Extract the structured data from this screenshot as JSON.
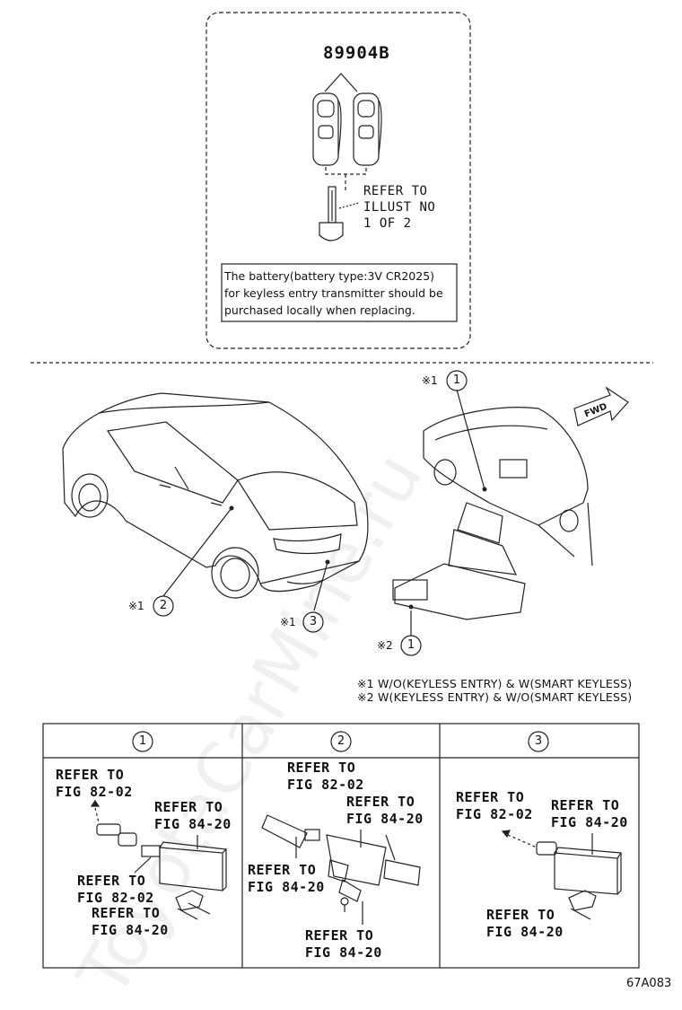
{
  "transmitter_box": {
    "part_number": "89904B",
    "refer_lines": [
      "REFER TO",
      "ILLUST NO",
      "1 OF 2"
    ],
    "note_lines": [
      "The battery(battery type:3V CR2025)",
      "for keyless entry transmitter should be",
      "purchased locally when replacing."
    ]
  },
  "vehicle": {
    "callouts": [
      {
        "mark": "※1",
        "num": "1"
      },
      {
        "mark": "※1",
        "num": "2"
      },
      {
        "mark": "※1",
        "num": "3"
      },
      {
        "mark": "※2",
        "num": "1"
      }
    ],
    "fwd_label": "FWD"
  },
  "legend": [
    "※1 W/O(KEYLESS ENTRY) & W(SMART KEYLESS)",
    "※2 W(KEYLESS ENTRY) & W/O(SMART KEYLESS)"
  ],
  "detail_table": {
    "headers": [
      "1",
      "2",
      "3"
    ],
    "col1": {
      "refer_a": [
        "REFER TO",
        "FIG 82-02"
      ],
      "refer_b": [
        "REFER TO",
        "FIG 84-20"
      ],
      "refer_c": [
        "REFER TO",
        "FIG 82-02"
      ],
      "refer_d": [
        "REFER TO",
        "FIG 84-20"
      ]
    },
    "col2": {
      "refer_a": [
        "REFER TO",
        "FIG 82-02"
      ],
      "refer_b": [
        "REFER TO",
        "FIG 84-20"
      ],
      "refer_c": [
        "REFER TO",
        "FIG 84-20"
      ],
      "refer_d": [
        "REFER TO",
        "FIG 84-20"
      ]
    },
    "col3": {
      "refer_a": [
        "REFER TO",
        "FIG 82-02"
      ],
      "refer_b": [
        "REFER TO",
        "FIG 84-20"
      ],
      "refer_c": [
        "REFER TO",
        "FIG 84-20"
      ]
    }
  },
  "illustration_code": "67A083",
  "watermark": "ToyotaCarMine.ru"
}
